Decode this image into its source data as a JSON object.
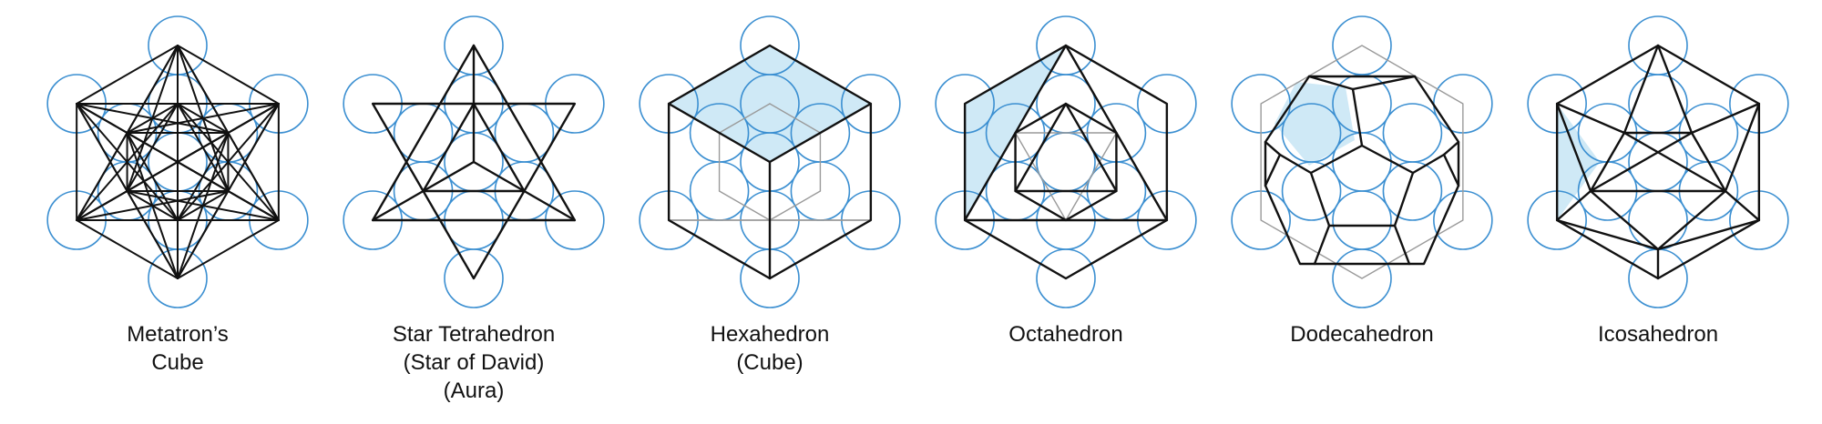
{
  "colors": {
    "circle": "#3b8fd1",
    "fill": "#cfe9f6",
    "edge": "#111111",
    "hidden_edge": "#9a9a9a"
  },
  "figures": [
    {
      "id": "metatron",
      "name": "Metatron's Cube",
      "caption": [
        "Metatron’s",
        "Cube"
      ]
    },
    {
      "id": "star-tetrahedron",
      "name": "Star Tetrahedron",
      "caption": [
        "Star Tetrahedron",
        "(Star of David)",
        "(Aura)"
      ]
    },
    {
      "id": "hexahedron",
      "name": "Hexahedron",
      "caption": [
        "Hexahedron",
        "(Cube)"
      ]
    },
    {
      "id": "octahedron",
      "name": "Octahedron",
      "caption": [
        "Octahedron"
      ]
    },
    {
      "id": "dodecahedron",
      "name": "Dodecahedron",
      "caption": [
        "Dodecahedron"
      ]
    },
    {
      "id": "icosahedron",
      "name": "Icosahedron",
      "caption": [
        "Icosahedron"
      ]
    }
  ]
}
